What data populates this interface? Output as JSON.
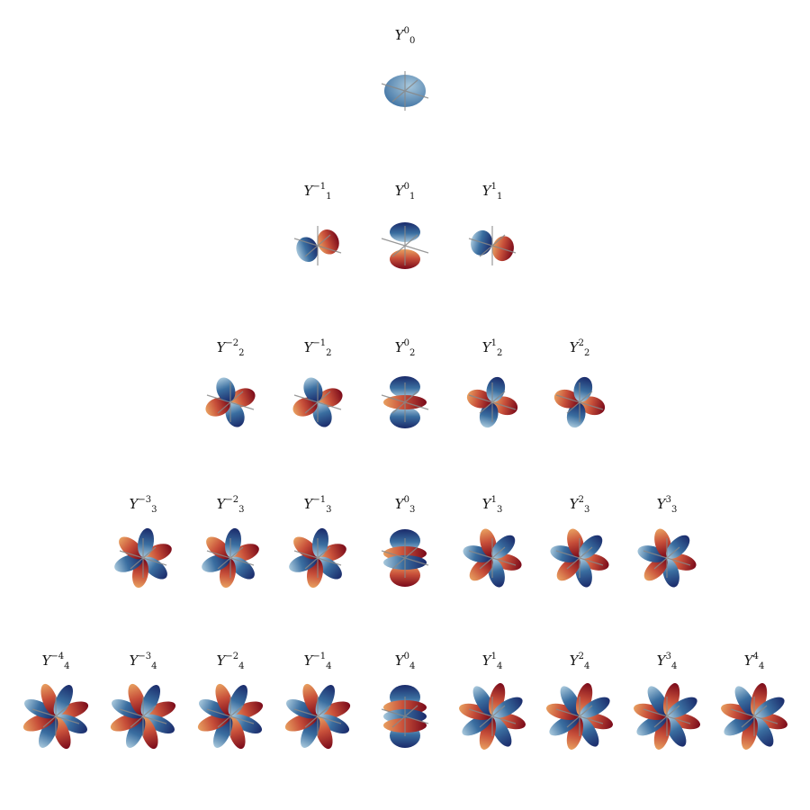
{
  "colors": {
    "positive_dark": "#7a0a1a",
    "positive_mid": "#c8503a",
    "positive_light": "#e8a060",
    "negative_dark": "#1a2a6a",
    "negative_mid": "#3a6ea0",
    "negative_light": "#a8c8dc",
    "axis": "#888888",
    "text": "#111111"
  },
  "rows": [
    {
      "l": 0,
      "items": [
        {
          "base": "Y",
          "sub": "0",
          "sup": "0"
        }
      ]
    },
    {
      "l": 1,
      "items": [
        {
          "base": "Y",
          "sub": "1",
          "sup": "−1"
        },
        {
          "base": "Y",
          "sub": "1",
          "sup": "0"
        },
        {
          "base": "Y",
          "sub": "1",
          "sup": "1"
        }
      ]
    },
    {
      "l": 2,
      "items": [
        {
          "base": "Y",
          "sub": "2",
          "sup": "−2"
        },
        {
          "base": "Y",
          "sub": "2",
          "sup": "−1"
        },
        {
          "base": "Y",
          "sub": "2",
          "sup": "0"
        },
        {
          "base": "Y",
          "sub": "2",
          "sup": "1"
        },
        {
          "base": "Y",
          "sub": "2",
          "sup": "2"
        }
      ]
    },
    {
      "l": 3,
      "items": [
        {
          "base": "Y",
          "sub": "3",
          "sup": "−3"
        },
        {
          "base": "Y",
          "sub": "3",
          "sup": "−2"
        },
        {
          "base": "Y",
          "sub": "3",
          "sup": "−1"
        },
        {
          "base": "Y",
          "sub": "3",
          "sup": "0"
        },
        {
          "base": "Y",
          "sub": "3",
          "sup": "1"
        },
        {
          "base": "Y",
          "sub": "3",
          "sup": "2"
        },
        {
          "base": "Y",
          "sub": "3",
          "sup": "3"
        }
      ]
    },
    {
      "l": 4,
      "items": [
        {
          "base": "Y",
          "sub": "4",
          "sup": "−4"
        },
        {
          "base": "Y",
          "sub": "4",
          "sup": "−3"
        },
        {
          "base": "Y",
          "sub": "4",
          "sup": "−2"
        },
        {
          "base": "Y",
          "sub": "4",
          "sup": "−1"
        },
        {
          "base": "Y",
          "sub": "4",
          "sup": "0"
        },
        {
          "base": "Y",
          "sub": "4",
          "sup": "1"
        },
        {
          "base": "Y",
          "sub": "4",
          "sup": "2"
        },
        {
          "base": "Y",
          "sub": "4",
          "sup": "3"
        },
        {
          "base": "Y",
          "sub": "4",
          "sup": "4"
        }
      ]
    }
  ]
}
